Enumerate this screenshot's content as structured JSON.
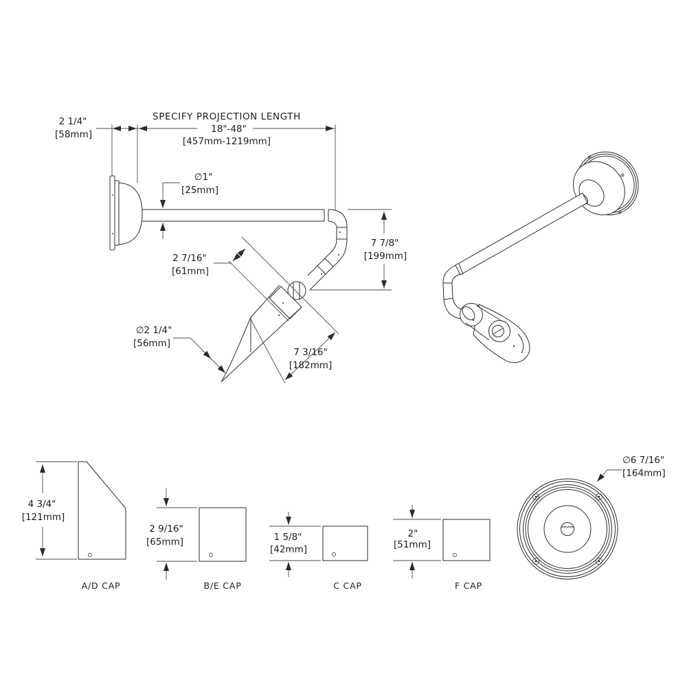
{
  "side_view": {
    "projection": {
      "title": "SPECIFY PROJECTION LENGTH",
      "range_in": "18\"-48\"",
      "range_mm": "[457mm-1219mm]"
    },
    "wall_offset": {
      "in": "2 1/4\"",
      "mm": "[58mm]"
    },
    "arm_diameter": {
      "in": "∅1\"",
      "mm": "[25mm]"
    },
    "drop_height": {
      "in": "7 7/8\"",
      "mm": "[199mm]"
    },
    "head_width": {
      "in": "2 7/16\"",
      "mm": "[61mm]"
    },
    "head_diameter": {
      "in": "∅2 1/4\"",
      "mm": "[56mm]"
    },
    "head_length": {
      "in": "7 3/16\"",
      "mm": "[182mm]"
    }
  },
  "back_view": {
    "canopy_diameter": {
      "in": "∅6 7/16\"",
      "mm": "[164mm]"
    }
  },
  "caps": [
    {
      "label": "A/D CAP",
      "height_in": "4 3/4\"",
      "height_mm": "[121mm]"
    },
    {
      "label": "B/E CAP",
      "height_in": "2 9/16\"",
      "height_mm": "[65mm]"
    },
    {
      "label": "C CAP",
      "height_in": "1 5/8\"",
      "height_mm": "[42mm]"
    },
    {
      "label": "F CAP",
      "height_in": "2\"",
      "height_mm": "[51mm]"
    }
  ]
}
